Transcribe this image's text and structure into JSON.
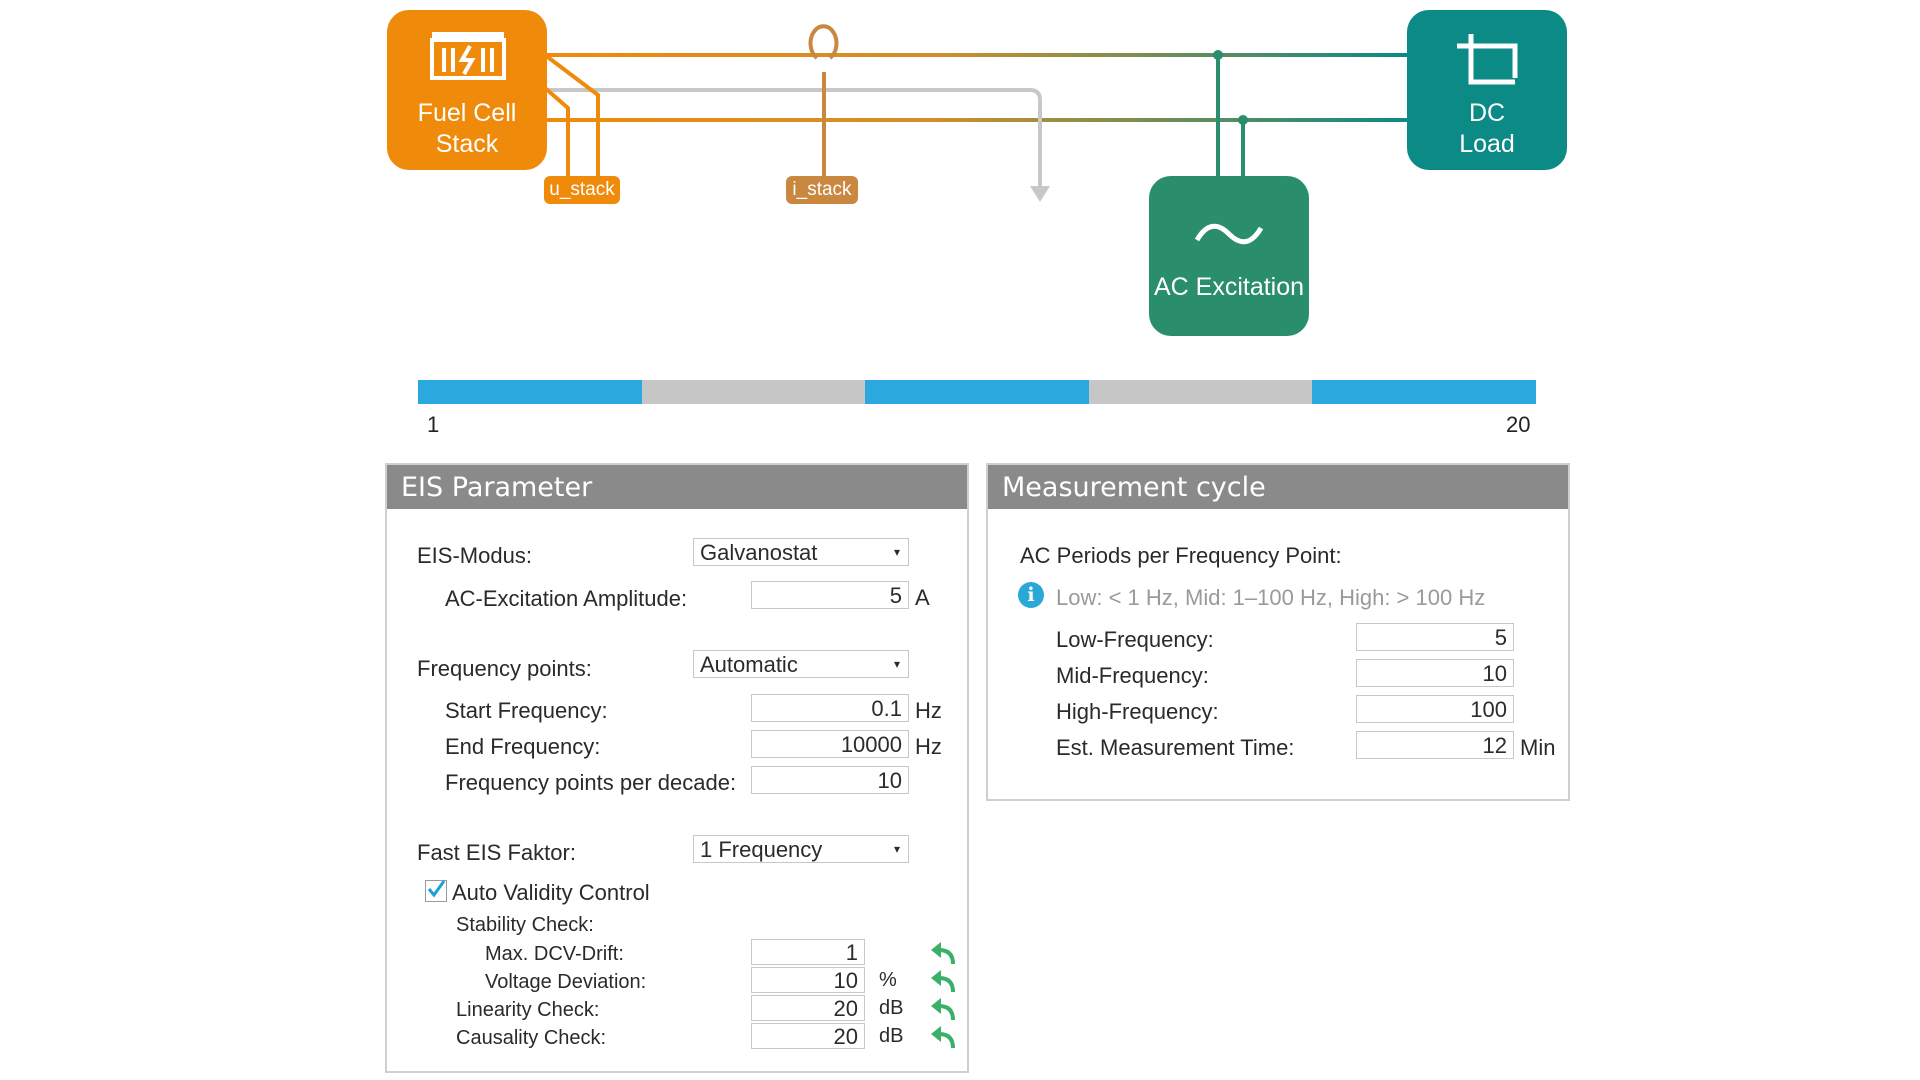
{
  "diagram": {
    "fuel_cell": {
      "line1": "Fuel Cell",
      "line2": "Stack",
      "color": "#f08a0b"
    },
    "dc_load": {
      "line1": "DC",
      "line2": "Load",
      "color": "#0b8a86"
    },
    "ac_excitation": {
      "label": "AC Excitation",
      "color": "#2a8d6c"
    },
    "tag_u": "u_stack",
    "tag_i": "i_stack",
    "tag_color": "#c9873f"
  },
  "progress": {
    "start_label": "1",
    "end_label": "20",
    "segments": [
      "blue",
      "gray",
      "blue",
      "gray",
      "blue"
    ],
    "blue": "#2ba9df",
    "gray": "#c6c6c6"
  },
  "eis": {
    "title": "EIS Parameter",
    "modus_label": "EIS-Modus:",
    "modus_value": "Galvanostat",
    "amp_label": "AC-Excitation Amplitude:",
    "amp_value": "5",
    "amp_unit": "A",
    "freq_points_label": "Frequency points:",
    "freq_points_value": "Automatic",
    "start_label": "Start Frequency:",
    "start_value": "0.1",
    "start_unit": "Hz",
    "end_label": "End Frequency:",
    "end_value": "10000",
    "end_unit": "Hz",
    "per_decade_label": "Frequency points per decade:",
    "per_decade_value": "10",
    "fast_label": "Fast EIS Faktor:",
    "fast_value": "1 Frequency",
    "auto_validity_label": "Auto Validity Control",
    "auto_validity_checked": true,
    "stability_label": "Stability Check:",
    "dcv_label": "Max. DCV-Drift:",
    "dcv_value": "1",
    "voltage_label": "Voltage Deviation:",
    "voltage_value": "10",
    "voltage_unit": "%",
    "linearity_label": "Linearity Check:",
    "linearity_value": "20",
    "linearity_unit": "dB",
    "causality_label": "Causality Check:",
    "causality_value": "20",
    "causality_unit": "dB"
  },
  "cycle": {
    "title": "Measurement cycle",
    "ac_periods_label": "AC Periods per Frequency Point:",
    "info_text": "Low: < 1 Hz, Mid: 1–100 Hz, High: > 100 Hz",
    "low_label": "Low-Frequency:",
    "low_value": "5",
    "mid_label": "Mid-Frequency:",
    "mid_value": "10",
    "high_label": "High-Frequency:",
    "high_value": "100",
    "time_label": "Est. Measurement Time:",
    "time_value": "12",
    "time_unit": "Min"
  }
}
